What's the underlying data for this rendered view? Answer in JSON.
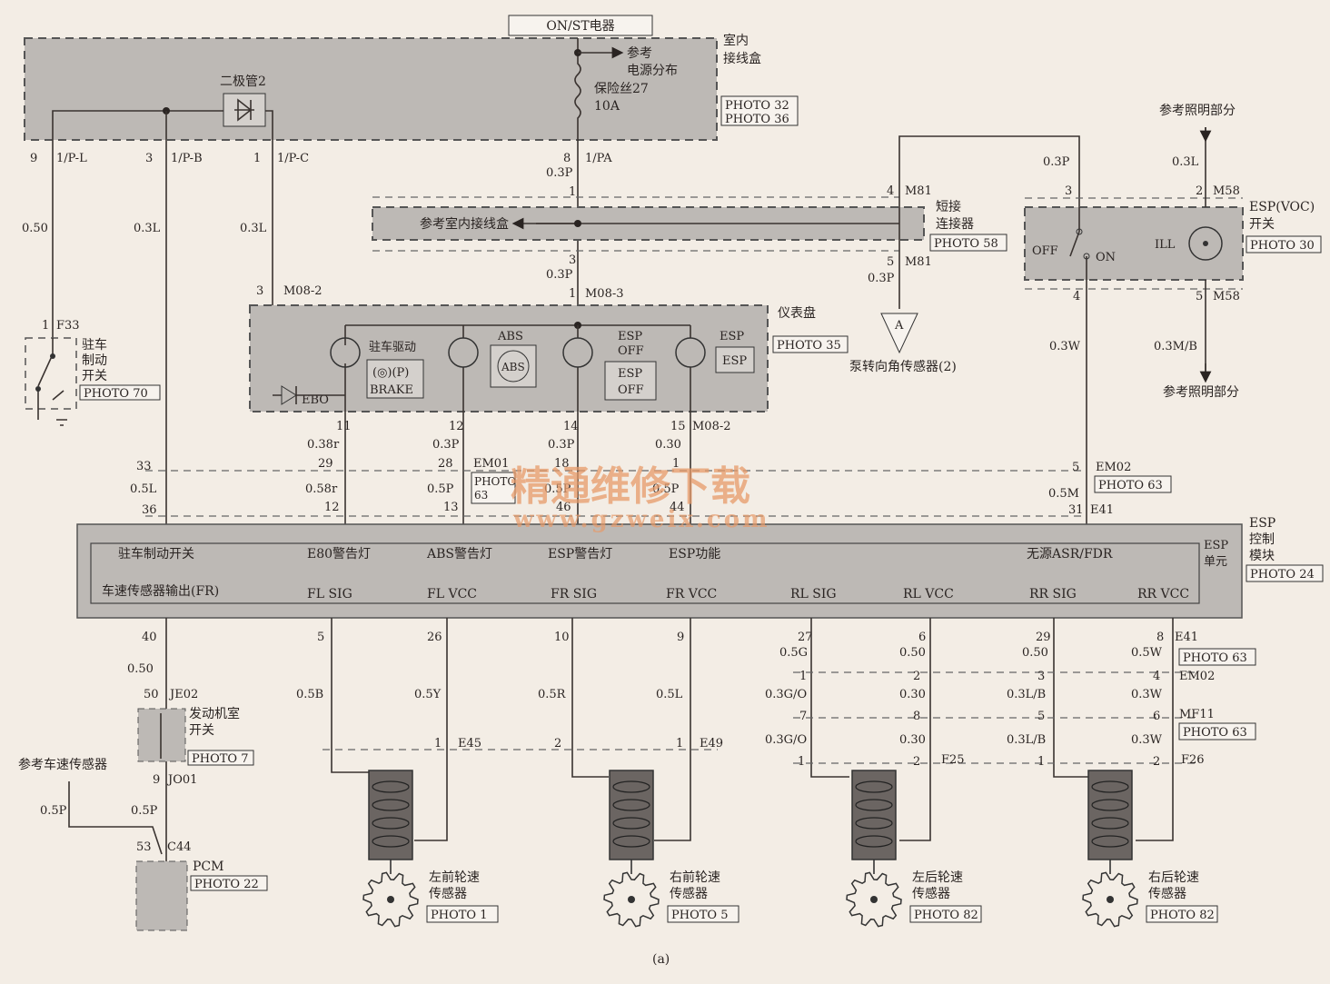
{
  "top_label": "ON/ST电器",
  "indoor_box": {
    "title": "室内\n接线盒",
    "photos": [
      "PHOTO 32",
      "PHOTO 36"
    ],
    "diode": "二极管2",
    "ref_power": "参考\n电源分布",
    "fuse": "保险丝27",
    "fuse_amp": "10A"
  },
  "top_pins": [
    {
      "pin": "9",
      "conn": "1/P-L",
      "wire": "0.50"
    },
    {
      "pin": "3",
      "conn": "1/P-B",
      "wire": "0.3L"
    },
    {
      "pin": "1",
      "conn": "1/P-C",
      "wire": "0.3L"
    },
    {
      "pin": "8",
      "conn": "1/PA",
      "wire": "0.3P"
    }
  ],
  "ref_indoor_box": "参考室内接线盒",
  "short_connector": {
    "title": "短接\n连接器",
    "photo": "PHOTO 58",
    "conn_top": "M81",
    "pin_top": "4",
    "conn_bot": "M81",
    "pin_bot": "5",
    "wire": "0.3P"
  },
  "steer_sensor": {
    "label": "泵转向角传感器(2)",
    "symbol": "A"
  },
  "esp_switch": {
    "title": "ESP(VOC)\n开关",
    "photo": "PHOTO 30",
    "off": "OFF",
    "on": "ON",
    "ill": "ILL",
    "conn": "M58",
    "pins": [
      "3",
      "2",
      "4",
      "5"
    ],
    "wires": [
      "0.3P",
      "0.3L",
      "0.3W",
      "0.3M/B"
    ]
  },
  "ref_lighting_top": "参考照明部分",
  "ref_lighting_bottom": "参考照明部分",
  "parking_switch": {
    "title": "驻车\n制动\n开关",
    "photo": "PHOTO 70",
    "conn": "F33",
    "pin": "1"
  },
  "cluster": {
    "title": "仪表盘",
    "photo": "PHOTO 35",
    "conn": "M08-2",
    "conn_mid": "M08-3",
    "lamps": [
      "驻车驱动",
      "ABS",
      "ESP\nOFF",
      "ESP"
    ],
    "lamp_boxes": [
      "BRAKE",
      "ABS",
      "ESP\nOFF",
      "ESP"
    ],
    "ebo": "EBO",
    "pins": [
      "11",
      "12",
      "14",
      "15"
    ],
    "wires": [
      "0.38r",
      "0.3P",
      "0.3P",
      "0.30"
    ]
  },
  "em01": {
    "conn": "EM01",
    "photo": "PHOTO\n63"
  },
  "em02_top": {
    "conn": "EM02",
    "photo": "PHOTO 63",
    "pin": "5"
  },
  "e41_top": {
    "conn": "E41",
    "pin": "31",
    "wire": "0.5M"
  },
  "mid_conn_pins": [
    {
      "top": "33",
      "wire": "0.5L",
      "bot": "36"
    },
    {
      "top": "29",
      "wire": "0.58r",
      "bot": "12"
    },
    {
      "top": "28",
      "wire": "0.5P",
      "bot": "13"
    },
    {
      "top": "18",
      "wire": "0.5P",
      "bot": "46"
    },
    {
      "top": "1",
      "wire": "0.5P",
      "bot": "44"
    }
  ],
  "esp_module": {
    "title": "ESP\n控制\n模块",
    "unit": "ESP\n单元",
    "photo": "PHOTO 24",
    "top_labels": [
      "驻车制动开关",
      "E80警告灯",
      "ABS警告灯",
      "ESP警告灯",
      "ESP功能",
      "无源ASR/FDR"
    ],
    "bottom_labels": [
      "车速传感器输出(FR)",
      "FL SIG",
      "FL VCC",
      "FR SIG",
      "FR VCC",
      "RL SIG",
      "RL VCC",
      "RR SIG",
      "RR VCC"
    ],
    "bottom_pins": [
      "40",
      "5",
      "26",
      "10",
      "9",
      "27",
      "6",
      "29",
      "8"
    ],
    "conn": "E41"
  },
  "lower_wires": [
    "0.50",
    "0.5B",
    "0.5Y",
    "0.5R",
    "0.5L",
    "0.5G",
    "0.50",
    "0.50",
    "0.5W"
  ],
  "engine_switch": {
    "title": "发动机室\n开关",
    "photo": "PHOTO 7",
    "conn_top": "JE02",
    "pin_top": "50",
    "conn_bot": "JO01",
    "pin_bot": "9",
    "wire": "0.5P"
  },
  "ref_speed_sensor": "参考车速传感器",
  "pcm": {
    "title": "PCM",
    "photo": "PHOTO 22",
    "conn": "C44",
    "pin": "53",
    "wire": "0.5P"
  },
  "front_conns": [
    {
      "pin": "1",
      "conn": "E45"
    },
    {
      "pin": "2",
      "conn": ""
    },
    {
      "pin": "1",
      "conn": "E49"
    }
  ],
  "rear_rows": {
    "em02": {
      "conn": "EM02",
      "photo": "PHOTO 63",
      "pins": [
        "1",
        "2",
        "3",
        "4"
      ],
      "wires": [
        "0.3G/O",
        "0.30",
        "0.3L/B",
        "0.3W"
      ]
    },
    "mf11": {
      "conn": "MF11",
      "photo": "PHOTO 63",
      "pins": [
        "7",
        "8",
        "5",
        "6"
      ],
      "wires": [
        "0.3G/O",
        "0.30",
        "0.3L/B",
        "0.3W"
      ]
    },
    "f25": {
      "conn": "F25",
      "pins": [
        "1",
        "2"
      ]
    },
    "f26": {
      "conn": "F26",
      "pins": [
        "1",
        "2"
      ]
    }
  },
  "wheel_sensors": [
    {
      "name": "左前轮速\n传感器",
      "photo": "PHOTO 1"
    },
    {
      "name": "右前轮速\n传感器",
      "photo": "PHOTO 5"
    },
    {
      "name": "左后轮速\n传感器",
      "photo": "PHOTO 82"
    },
    {
      "name": "右后轮速\n传感器",
      "photo": "PHOTO 82"
    }
  ],
  "watermark": {
    "cn": "精通维修下载",
    "url": "www.gzweix.com"
  },
  "caption": "(a)"
}
